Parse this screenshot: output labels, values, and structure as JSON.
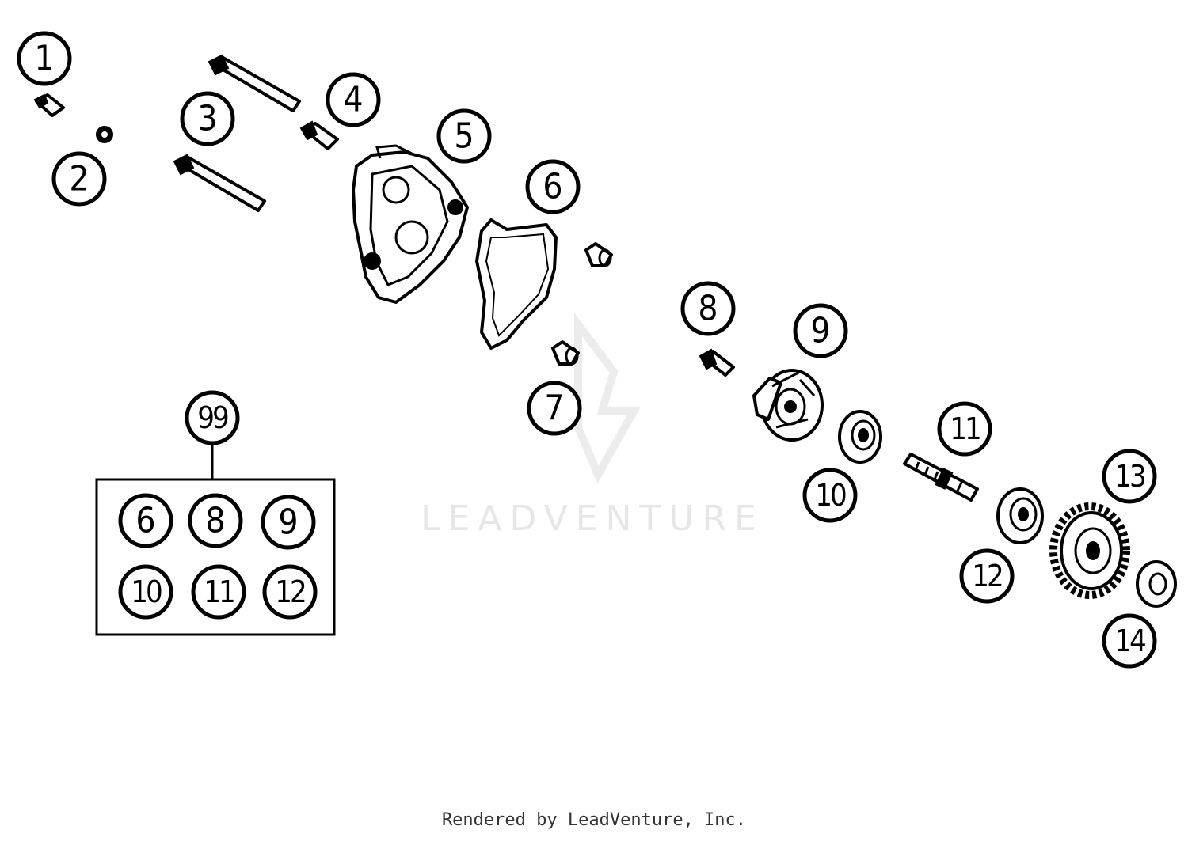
{
  "callouts": [
    "1",
    "2",
    "3",
    "4",
    "5",
    "6",
    "7",
    "8",
    "9",
    "10",
    "11",
    "12",
    "13",
    "14"
  ],
  "kit": {
    "number": "99",
    "contents": [
      "6",
      "8",
      "9",
      "10",
      "11",
      "12"
    ]
  },
  "watermark": "LEADVENTURE",
  "footer": "Rendered by LeadVenture, Inc.",
  "colors": {
    "line": "#000000",
    "watermark": "#e6e6e6",
    "background": "#ffffff"
  }
}
